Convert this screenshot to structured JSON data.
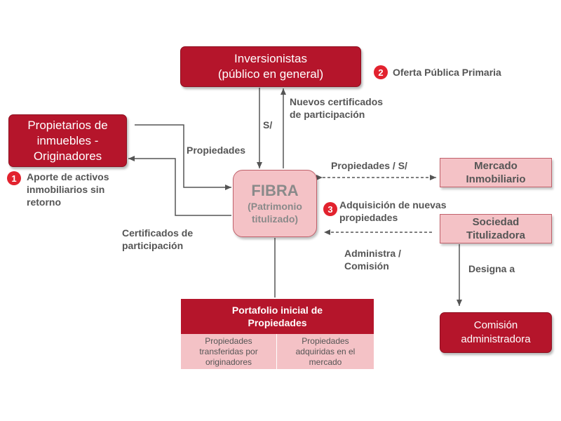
{
  "nodes": {
    "inversionistas": [
      "Inversionistas",
      "(público en general)"
    ],
    "propietarios": [
      "Propietarios de",
      "inmuebles  -",
      "Originadores"
    ],
    "fibra_title": "FIBRA",
    "fibra_sub": [
      "(Patrimonio",
      "titulizado)"
    ],
    "mercado": [
      "Mercado",
      "Inmobiliario"
    ],
    "sociedad": [
      "Sociedad",
      "Titulizadora"
    ],
    "comision": [
      "Comisión",
      "administradora"
    ]
  },
  "portfolio": {
    "title": [
      "Portafolio inicial de",
      "Propiedades"
    ],
    "left": [
      "Propiedades",
      "transferidas por",
      "originadores"
    ],
    "right": [
      "Propiedades",
      "adquiridas  en el",
      "mercado"
    ]
  },
  "steps": [
    {
      "number": "1",
      "text": [
        "Aporte de activos",
        "inmobiliarios sin",
        "retorno"
      ]
    },
    {
      "number": "2",
      "text": [
        "Oferta Pública Primaria"
      ]
    },
    {
      "number": "3",
      "text": [
        "Adquisición de nuevas",
        "propiedades"
      ]
    }
  ],
  "edge_labels": {
    "money": "S/",
    "new_certs": [
      "Nuevos certificados",
      "de participación"
    ],
    "propiedades": "Propiedades",
    "certificados": [
      "Certificados de",
      "participación"
    ],
    "prop_money": "Propiedades / S/",
    "administra": [
      "Administra /",
      "Comisión"
    ],
    "designa": "Designa a"
  },
  "colors": {
    "primary": "#b5152b",
    "light": "#f4c2c6",
    "badge": "#e2222e",
    "line": "#555555",
    "text": "#555555"
  }
}
